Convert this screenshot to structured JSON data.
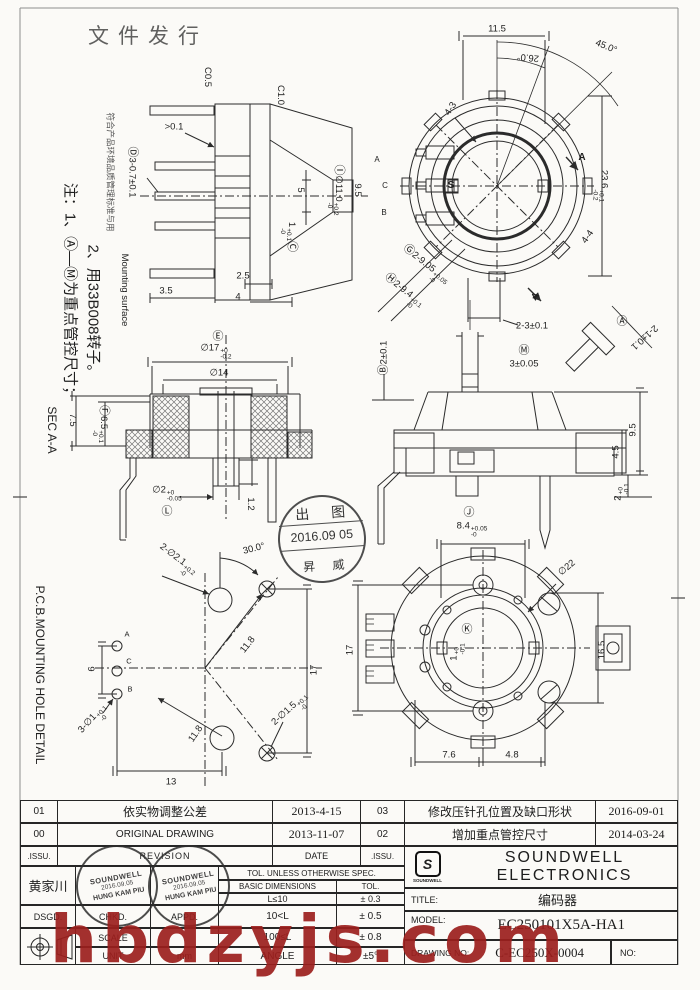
{
  "watermark": {
    "text": "hbdzyjs.com"
  },
  "header": {
    "release_text": "文件发行"
  },
  "notes": {
    "n1": "注：1、Ⓐ—Ⓜ为重点管控尺寸；",
    "n2": "2、用33B008转子。",
    "n3": "符合产品环境品质管理标准与用"
  },
  "release_stamp": {
    "l1": "出 图",
    "l2": "2016.09 05",
    "l3": "昇 威"
  },
  "dims": {
    "c05": "C0.5",
    "c10": "C1.0",
    "dpin": {
      "pre": "Ⓓ",
      "main": "3-0.7±0.1"
    },
    "gt01": ">0.1",
    "d5": "5",
    "c1": {
      "main": "1",
      "sup": "+0.1",
      "sub": "-0",
      "suf": "Ⓒ"
    },
    "d25": "2.5",
    "d4": "4",
    "d35": "3.5",
    "mounting": "Mounting surface",
    "d115": "11.5",
    "a26": "26.0°",
    "a45": "45.0°",
    "n43": "4-3",
    "i11": {
      "pre": "Ⓘ",
      "main": "∅11.0",
      "sup": "+0.2",
      "sub": "-0"
    },
    "f95": "9.5",
    "tA": "A",
    "tC": "C",
    "tB": "B",
    "slogo": "S",
    "d236": {
      "main": "23.6",
      "sup": "+0.1",
      "sub": "-0.2"
    },
    "n44": "4-4",
    "secArrow": "A",
    "secArrow2": "A",
    "d23": "2-3±0.1",
    "g905": {
      "pre": "Ⓖ",
      "main": "2-9.05",
      "sup": "+0.05",
      "sub": "-0"
    },
    "h94": {
      "pre": "Ⓗ",
      "main": "2-9.4",
      "sup": "+0.1",
      "sub": "-0"
    },
    "aMark": "Ⓐ",
    "aVal": "2-1±0.1",
    "secLabel": "SEC A-A",
    "eMark": "Ⓔ",
    "e17": {
      "main": "∅17",
      "sup": "+0",
      "sub": "-0.2"
    },
    "d14": "∅14",
    "d75": "7.5",
    "f65": {
      "pre": "Ⓕ",
      "main": "6.5",
      "sup": "+0.1",
      "sub": "-0"
    },
    "l2": {
      "main": "∅2",
      "sup": "+0",
      "sub": "-0.05"
    },
    "lMark": "Ⓛ",
    "d12": "1.2",
    "b2": {
      "pre": "Ⓑ",
      "main": "2±0.1"
    },
    "mMark": "Ⓜ",
    "m3": "3±0.05",
    "r95": "9.5",
    "r45": "4.5",
    "r2": {
      "main": "2",
      "sup": "+0",
      "sub": "-0.1"
    },
    "pcbLabel": "P.C.B.MOUNTING HOLE DETAIL",
    "p21": {
      "main": "2-∅2.1",
      "sup": "+0.2",
      "sub": "-0"
    },
    "a30": "30.0°",
    "p118a": "11.8",
    "p118b": "11.8",
    "p17": "17",
    "p13": "13",
    "p6": "6",
    "p15": {
      "main": "2-∅1.5",
      "sup": "+0.1",
      "sub": "-0"
    },
    "p1": {
      "main": "3-∅1",
      "sup": "+0.1",
      "sub": "-0"
    },
    "pA": "A",
    "pC": "C",
    "pB": "B",
    "j84": {
      "pre": "Ⓙ",
      "main": "8.4",
      "sup": "+0.05",
      "sub": "-0"
    },
    "d22": "∅22",
    "b17": "17",
    "b165": "16.5",
    "k1": {
      "pre": "Ⓚ",
      "main": "1",
      "sup": "+0",
      "sub": "-0.1"
    },
    "b76": "7.6",
    "b48": "4.8"
  },
  "title_block": {
    "revisions_left": [
      {
        "no": "01",
        "desc": "依实物调整公差",
        "date": "2013-4-15"
      },
      {
        "no": "00",
        "desc": "ORIGINAL  DRAWING",
        "date": "2013-11-07"
      }
    ],
    "revisions_right": [
      {
        "no": "03",
        "desc": "修改压针孔位置及缺口形状",
        "date": "2016-09-01"
      },
      {
        "no": "02",
        "desc": "增加重点管控尺寸",
        "date": "2014-03-24"
      }
    ],
    "issu": ".ISSU.",
    "revision": "REVISION",
    "date": "DATE",
    "issu2": ".ISSU.",
    "designer": "黄家川",
    "stamp": {
      "top": "SOUNDWELL",
      "mid": "2016.09.05",
      "bottom": "HUNG KAM PIU"
    },
    "tol_header": "TOL. UNLESS OTHERWISE SPEC.",
    "basic_dimensions": "BASIC DIMENSIONS",
    "tol": "TOL.",
    "tol_rows": [
      {
        "range": "L≤10",
        "tol": "± 0.3"
      },
      {
        "range": "10<L",
        "tol": "± 0.5"
      },
      {
        "range": "100≤L",
        "tol": "± 0.8"
      },
      {
        "range": "ANGLE",
        "tol": "±5°"
      }
    ],
    "dsgd": "DSGD.",
    "chkd": "CHKD.",
    "appd": "APPD.",
    "scale": "SCALE",
    "unit": "UNIT",
    "unit_value": "mm",
    "company": "SOUNDWELL ELECTRONICS",
    "logo_text": "S",
    "logo_caption": "SOUNDWELL",
    "title_label": "TITLE:",
    "title_value": "编码器",
    "model_label": "MODEL:",
    "model_value": "EC250101X5A-HA1",
    "drawing_label": "DRAWING NO:",
    "drawing_value": "C-EC250X-0004",
    "no_label": "NO:"
  }
}
